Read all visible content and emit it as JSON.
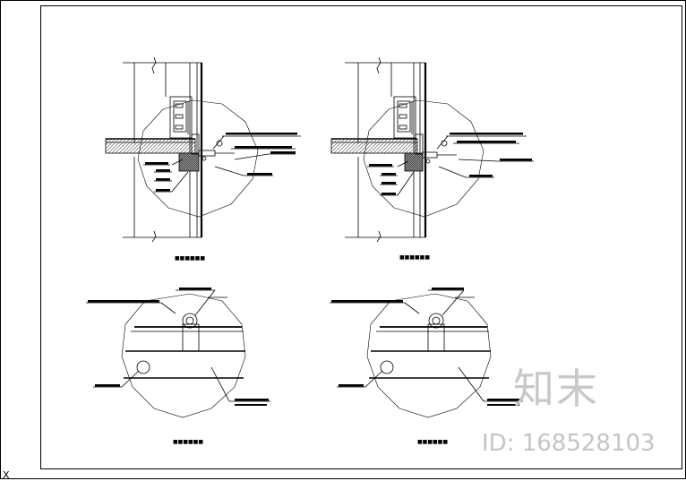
{
  "drawing": {
    "captions": {
      "node_1": "■■■■■■",
      "node_2": "■■■■■■",
      "node_3": "■■■■■■",
      "node_4": "■■■■■■"
    },
    "origin_marker": "X"
  },
  "watermark": {
    "brand": "知末",
    "id_label": "ID: 168528103"
  },
  "colors": {
    "line": "#000000",
    "hatch": "#555555",
    "background": "#ffffff",
    "watermark": "#c0c0c0"
  }
}
